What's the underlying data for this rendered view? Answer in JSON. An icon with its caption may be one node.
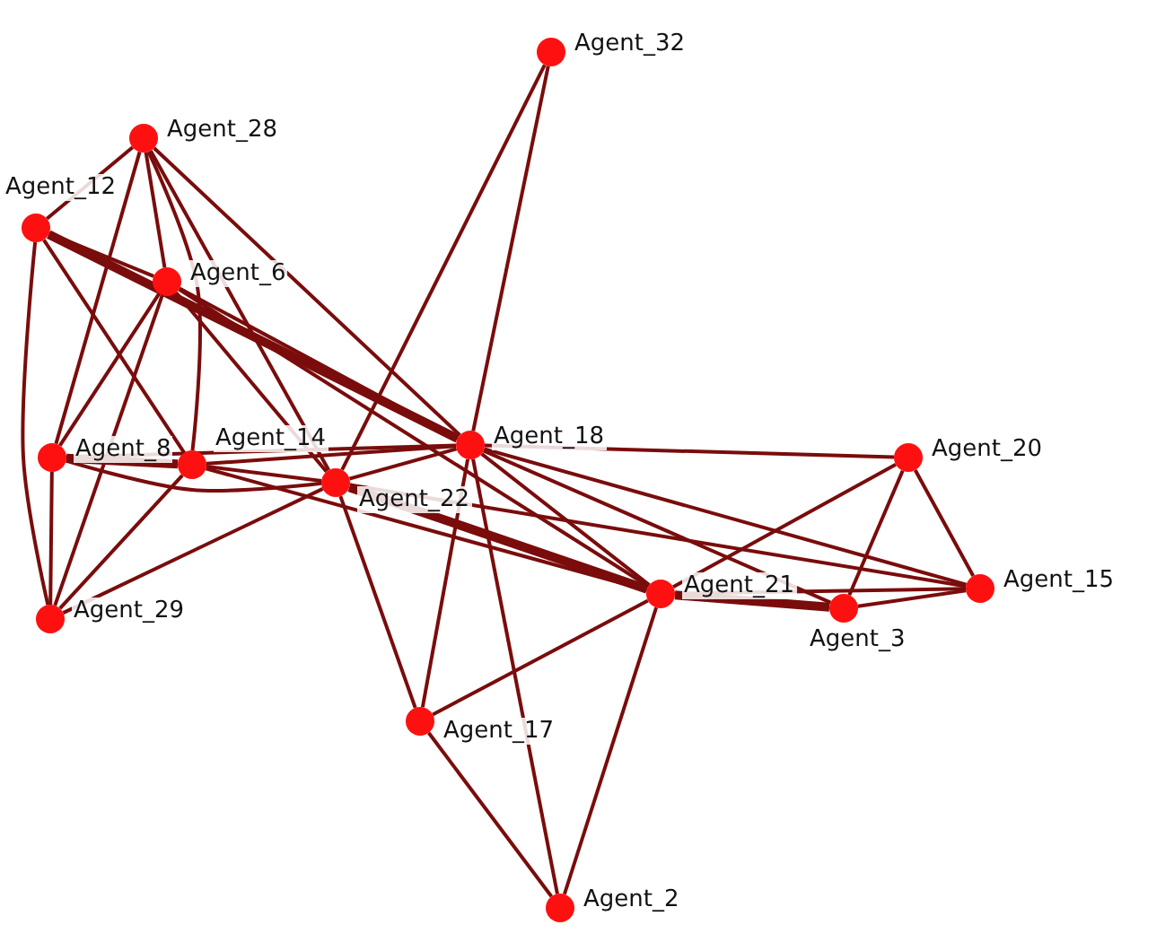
{
  "diagram": {
    "nodes": [
      {
        "text": [],
        "shape": "circle",
        "beside": [
          "Agent_32"
        ]
      },
      {
        "text": [],
        "shape": "circle",
        "beside": [
          "Agent_28"
        ]
      },
      {
        "text": [],
        "shape": "circle",
        "beside": [
          "Agent_12"
        ]
      },
      {
        "text": [],
        "shape": "circle",
        "beside": [
          "Agent_6"
        ]
      },
      {
        "text": [],
        "shape": "circle",
        "beside": [
          "Agent_8"
        ]
      },
      {
        "text": [],
        "shape": "circle",
        "beside": [
          "Agent_14"
        ]
      },
      {
        "text": [],
        "shape": "circle",
        "beside": [
          "Agent_22"
        ]
      },
      {
        "text": [],
        "shape": "circle",
        "beside": [
          "Agent_18"
        ]
      },
      {
        "text": [],
        "shape": "circle",
        "beside": [
          "Agent_20"
        ]
      },
      {
        "text": [],
        "shape": "circle",
        "beside": [
          "Agent_29"
        ]
      },
      {
        "text": [],
        "shape": "circle",
        "beside": [
          "Agent_21"
        ]
      },
      {
        "text": [],
        "shape": "circle",
        "beside": [
          "Agent_3"
        ]
      },
      {
        "text": [],
        "shape": "circle",
        "beside": [
          "Agent_15"
        ]
      },
      {
        "text": [],
        "shape": "circle",
        "beside": [
          "Agent_17"
        ]
      },
      {
        "text": [],
        "shape": "circle",
        "beside": [
          "Agent_2"
        ]
      }
    ],
    "edges": [
      {
        "from": 0,
        "to": 7,
        "arrow": "none"
      },
      {
        "from": 0,
        "to": 6,
        "arrow": "none"
      },
      {
        "from": 1,
        "to": 2,
        "arrow": "none"
      },
      {
        "from": 1,
        "to": 3,
        "arrow": "none"
      },
      {
        "from": 1,
        "to": 4,
        "arrow": "none"
      },
      {
        "from": 1,
        "to": 6,
        "arrow": "none"
      },
      {
        "from": 1,
        "to": 7,
        "arrow": "none"
      },
      {
        "from": 1,
        "to": 5,
        "arrow": "none"
      },
      {
        "from": 2,
        "to": 3,
        "arrow": "none"
      },
      {
        "from": 2,
        "to": 7,
        "arrow": "none",
        "style": "thick"
      },
      {
        "from": 2,
        "to": 5,
        "arrow": "none"
      },
      {
        "from": 2,
        "to": 9,
        "arrow": "none"
      },
      {
        "from": 3,
        "to": 4,
        "arrow": "none"
      },
      {
        "from": 3,
        "to": 9,
        "arrow": "none"
      },
      {
        "from": 3,
        "to": 6,
        "arrow": "none"
      },
      {
        "from": 3,
        "to": 7,
        "arrow": "none"
      },
      {
        "from": 3,
        "to": 10,
        "arrow": "none"
      },
      {
        "from": 4,
        "to": 5,
        "arrow": "none",
        "style": "thick"
      },
      {
        "from": 4,
        "to": 9,
        "arrow": "none"
      },
      {
        "from": 4,
        "to": 7,
        "arrow": "none"
      },
      {
        "from": 4,
        "to": 6,
        "arrow": "none"
      },
      {
        "from": 5,
        "to": 6,
        "arrow": "none"
      },
      {
        "from": 5,
        "to": 7,
        "arrow": "none"
      },
      {
        "from": 5,
        "to": 9,
        "arrow": "none"
      },
      {
        "from": 5,
        "to": 10,
        "arrow": "none"
      },
      {
        "from": 6,
        "to": 7,
        "arrow": "none"
      },
      {
        "from": 6,
        "to": 9,
        "arrow": "none"
      },
      {
        "from": 6,
        "to": 13,
        "arrow": "none"
      },
      {
        "from": 6,
        "to": 10,
        "arrow": "none",
        "style": "thick"
      },
      {
        "from": 6,
        "to": 12,
        "arrow": "none"
      },
      {
        "from": 7,
        "to": 8,
        "arrow": "none"
      },
      {
        "from": 7,
        "to": 13,
        "arrow": "none"
      },
      {
        "from": 7,
        "to": 14,
        "arrow": "none"
      },
      {
        "from": 7,
        "to": 10,
        "arrow": "none"
      },
      {
        "from": 7,
        "to": 11,
        "arrow": "none"
      },
      {
        "from": 7,
        "to": 12,
        "arrow": "none"
      },
      {
        "from": 8,
        "to": 10,
        "arrow": "none"
      },
      {
        "from": 8,
        "to": 11,
        "arrow": "none"
      },
      {
        "from": 8,
        "to": 12,
        "arrow": "none"
      },
      {
        "from": 10,
        "to": 11,
        "arrow": "none",
        "style": "thick"
      },
      {
        "from": 10,
        "to": 12,
        "arrow": "none"
      },
      {
        "from": 10,
        "to": 13,
        "arrow": "none"
      },
      {
        "from": 10,
        "to": 14,
        "arrow": "none"
      },
      {
        "from": 13,
        "to": 14,
        "arrow": "none"
      },
      {
        "from": 11,
        "to": 12,
        "arrow": "none"
      }
    ]
  }
}
